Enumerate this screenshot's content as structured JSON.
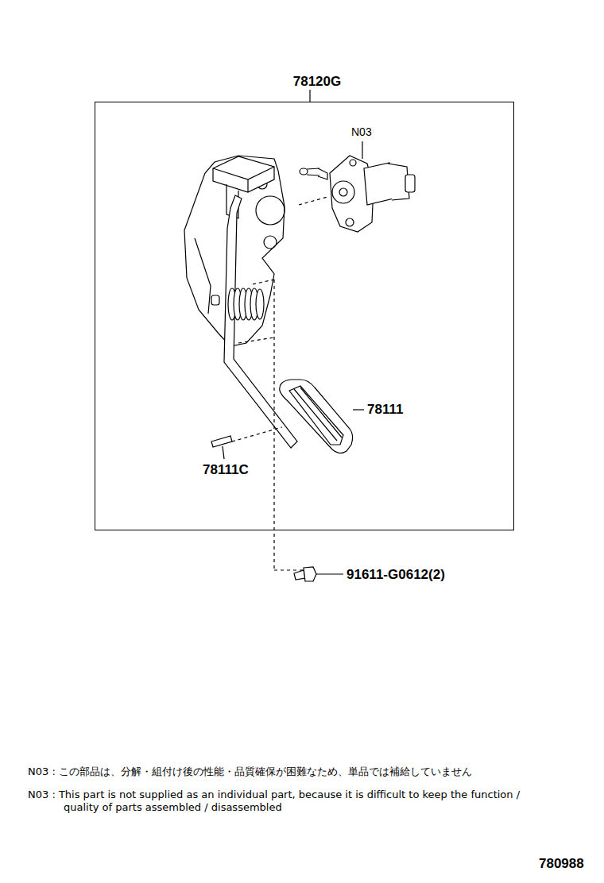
{
  "diagram": {
    "nodes": [
      {
        "text": [
          "78120G"
        ]
      }
    ],
    "labels": [
      "N03",
      "78111",
      "78111C",
      "91611-G0612(2)",
      "N03 : この部品は、分解・組付け後の性能・品質確保が困難なため、単品では補給していません",
      "N03 : This part is not supplied as an individual part, because it is difficult to keep the function / quality of parts assembled / disassembled",
      "780988"
    ]
  }
}
